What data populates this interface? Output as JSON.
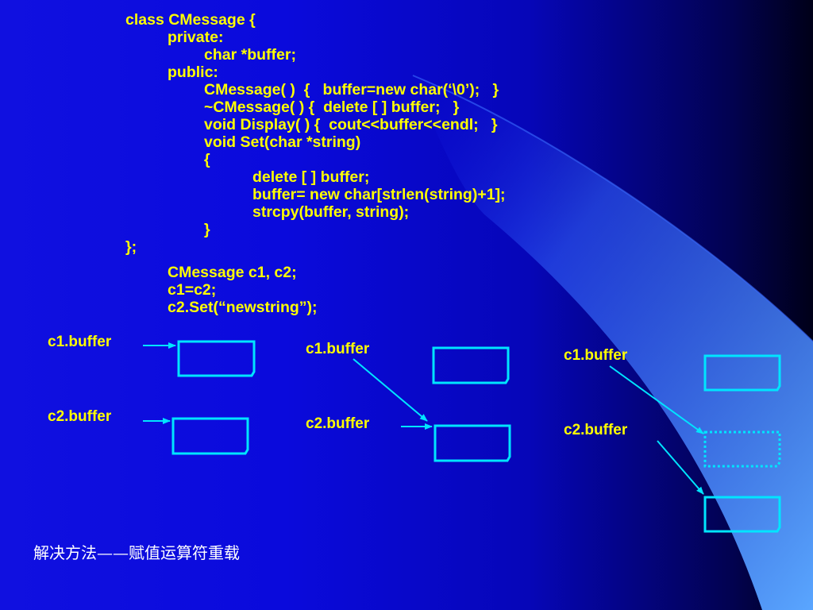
{
  "colors": {
    "background": "#0a0adc",
    "code_text": "#ffff00",
    "diagram_stroke": "#00e5ff",
    "footer_text": "#ffffff",
    "swoosh": "#5aa6ff"
  },
  "code": [
    {
      "indent": 0,
      "text": "class CMessage {"
    },
    {
      "indent": 1,
      "text": "private:"
    },
    {
      "indent": 2,
      "text": "char *buffer;"
    },
    {
      "indent": 1,
      "text": "public:"
    },
    {
      "indent": 2,
      "text": "CMessage( )  {   buffer=new char(‘\\0’);   }"
    },
    {
      "indent": 2,
      "text": "~CMessage( ) {  delete [ ] buffer;   }"
    },
    {
      "indent": 2,
      "text": "void Display( ) {  cout<<buffer<<endl;   }"
    },
    {
      "indent": 2,
      "text": "void Set(char *string)"
    },
    {
      "indent": 2,
      "text": "{"
    },
    {
      "indent": 3,
      "text": "delete [ ] buffer;"
    },
    {
      "indent": 3,
      "text": "buffer= new char[strlen(string)+1];"
    },
    {
      "indent": 3,
      "text": "strcpy(buffer, string);"
    },
    {
      "indent": 2,
      "text": "}"
    },
    {
      "indent": 0,
      "text": "};"
    },
    {
      "indent": 1,
      "text": "CMessage c1, c2;"
    },
    {
      "indent": 1,
      "text": "c1=c2;"
    },
    {
      "indent": 1,
      "text": "c2.Set(“newstring”);"
    }
  ],
  "diagrams": [
    {
      "c1_label": "c1.buffer",
      "c2_label": "c2.buffer"
    },
    {
      "c1_label": "c1.buffer",
      "c2_label": "c2.buffer"
    },
    {
      "c1_label": "c1.buffer",
      "c2_label": "c2.buffer"
    }
  ],
  "footer": "解决方法——赋值运算符重载"
}
